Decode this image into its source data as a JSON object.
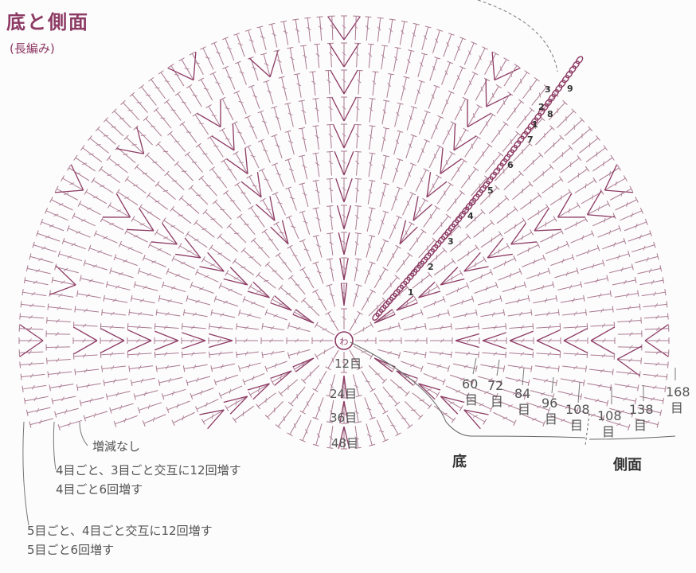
{
  "title": "底と側面",
  "subtitle": "(長編み)",
  "center_ring_label": "わ",
  "colors": {
    "accent": "#8c3a63",
    "stitch": "#a9788f",
    "chain": "#8c3a63",
    "background": "#fdfcfd"
  },
  "bottom_round_labels": [
    "12目",
    "24目",
    "36目",
    "48目"
  ],
  "outer_round_labels": [
    {
      "num": "60",
      "unit": "目"
    },
    {
      "num": "72",
      "unit": "目"
    },
    {
      "num": "84",
      "unit": "目"
    },
    {
      "num": "96",
      "unit": "目"
    },
    {
      "num": "108",
      "unit": "目"
    },
    {
      "num": "108",
      "unit": "目"
    },
    {
      "num": "138",
      "unit": "目"
    },
    {
      "num": "168",
      "unit": "目"
    }
  ],
  "section_labels": {
    "bottom": "底",
    "side": "側面"
  },
  "chain_numbers_bottom": [
    "1",
    "2",
    "3",
    "4",
    "5",
    "6",
    "7",
    "8",
    "9"
  ],
  "chain_numbers_side": [
    "1",
    "2",
    "3"
  ],
  "notes": [
    "増減なし",
    "4目ごと、3目ごと交互に12回増す",
    "4目ごと6回増す",
    "5目ごと、4目ごと交互に12回増す",
    "5目ごと6回増す"
  ]
}
